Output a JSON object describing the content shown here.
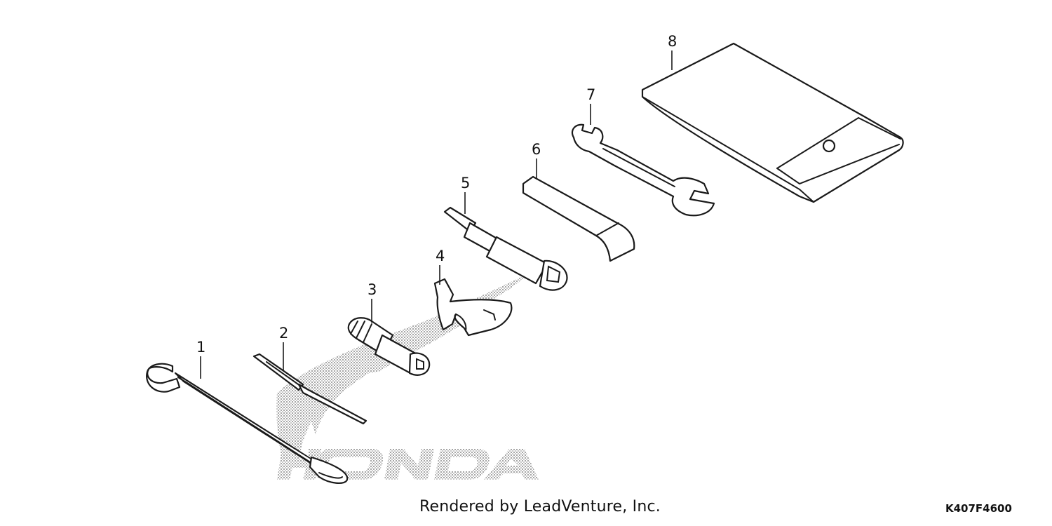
{
  "logo": {
    "brand_text": "HONDA",
    "color": "#9a9a9a"
  },
  "parts": [
    {
      "number": "1"
    },
    {
      "number": "2"
    },
    {
      "number": "3"
    },
    {
      "number": "4"
    },
    {
      "number": "5"
    },
    {
      "number": "6"
    },
    {
      "number": "7"
    },
    {
      "number": "8"
    }
  ],
  "footer": {
    "credit": "Rendered by LeadVenture, Inc.",
    "figure_code": "K407F4600"
  }
}
